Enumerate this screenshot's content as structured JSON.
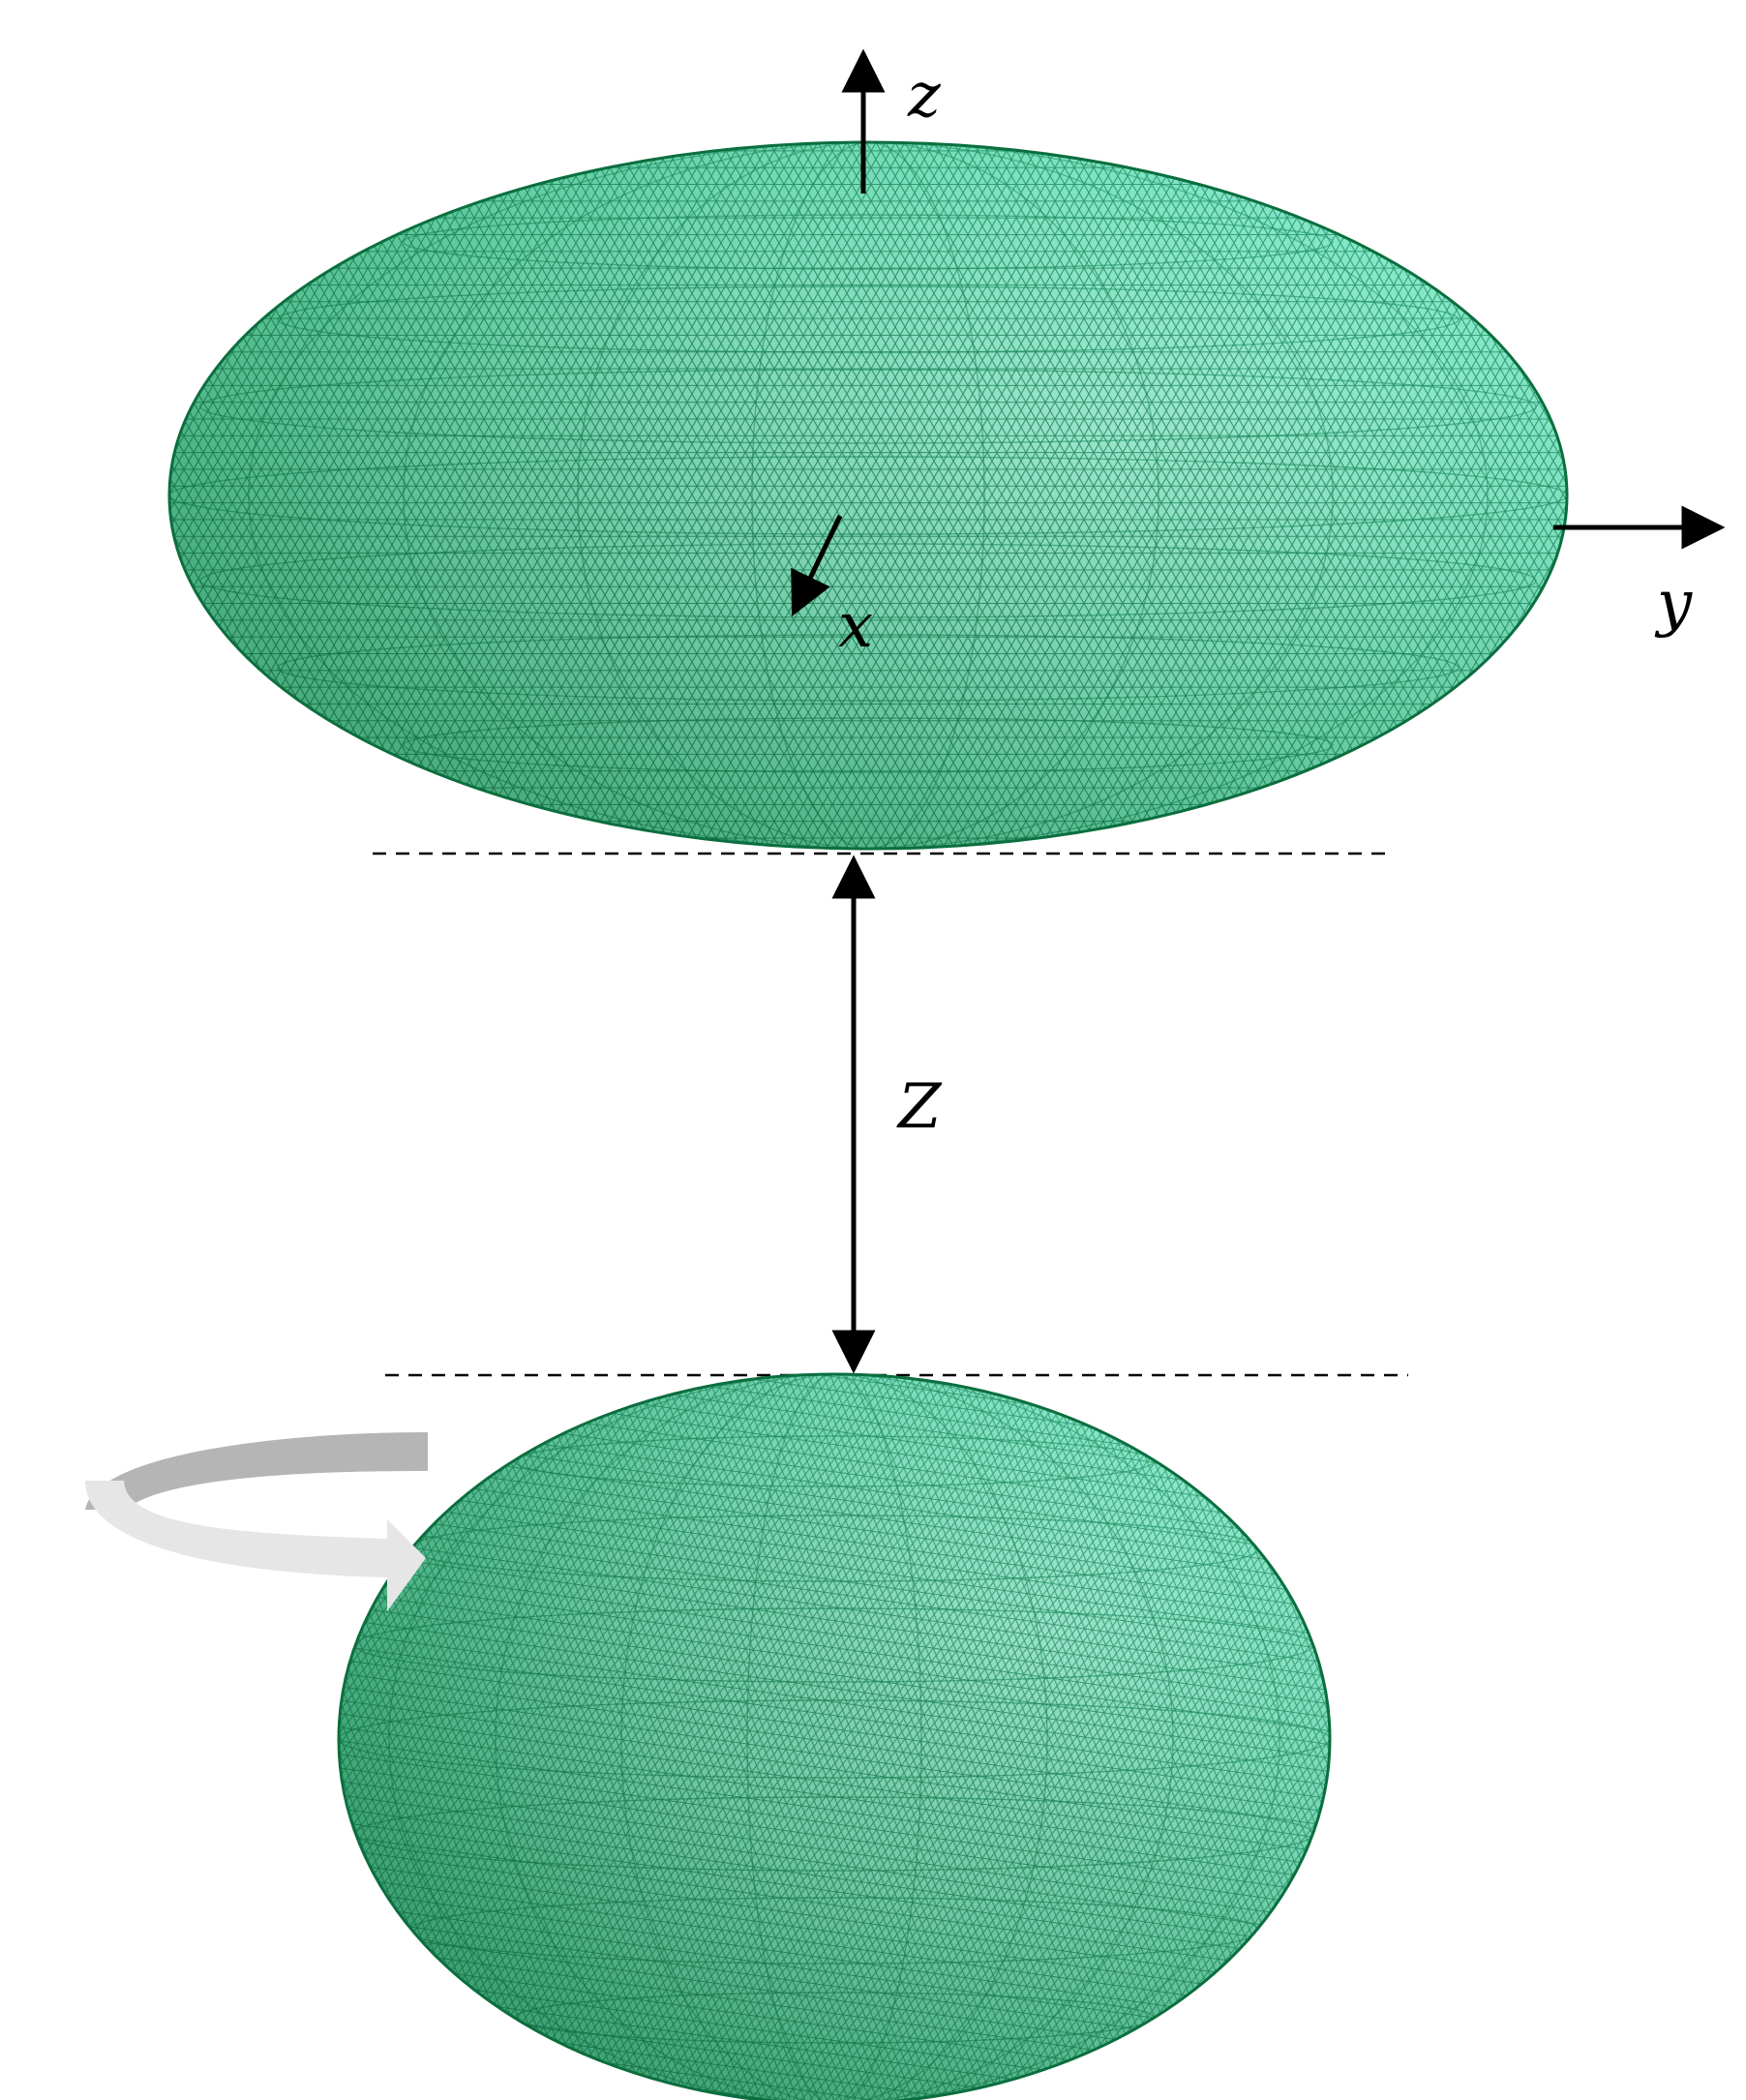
{
  "axes": {
    "z_label": "z",
    "y_label": "y",
    "x_label": "x"
  },
  "separation": {
    "label": "Z"
  },
  "colors": {
    "mesh_light": "#2ee6a8",
    "mesh_dark": "#0a6b3a",
    "highlight": "#d8fbf2",
    "rotation_arrow_dark": "#b3b3b3",
    "rotation_arrow_light": "#e6e6e6"
  }
}
